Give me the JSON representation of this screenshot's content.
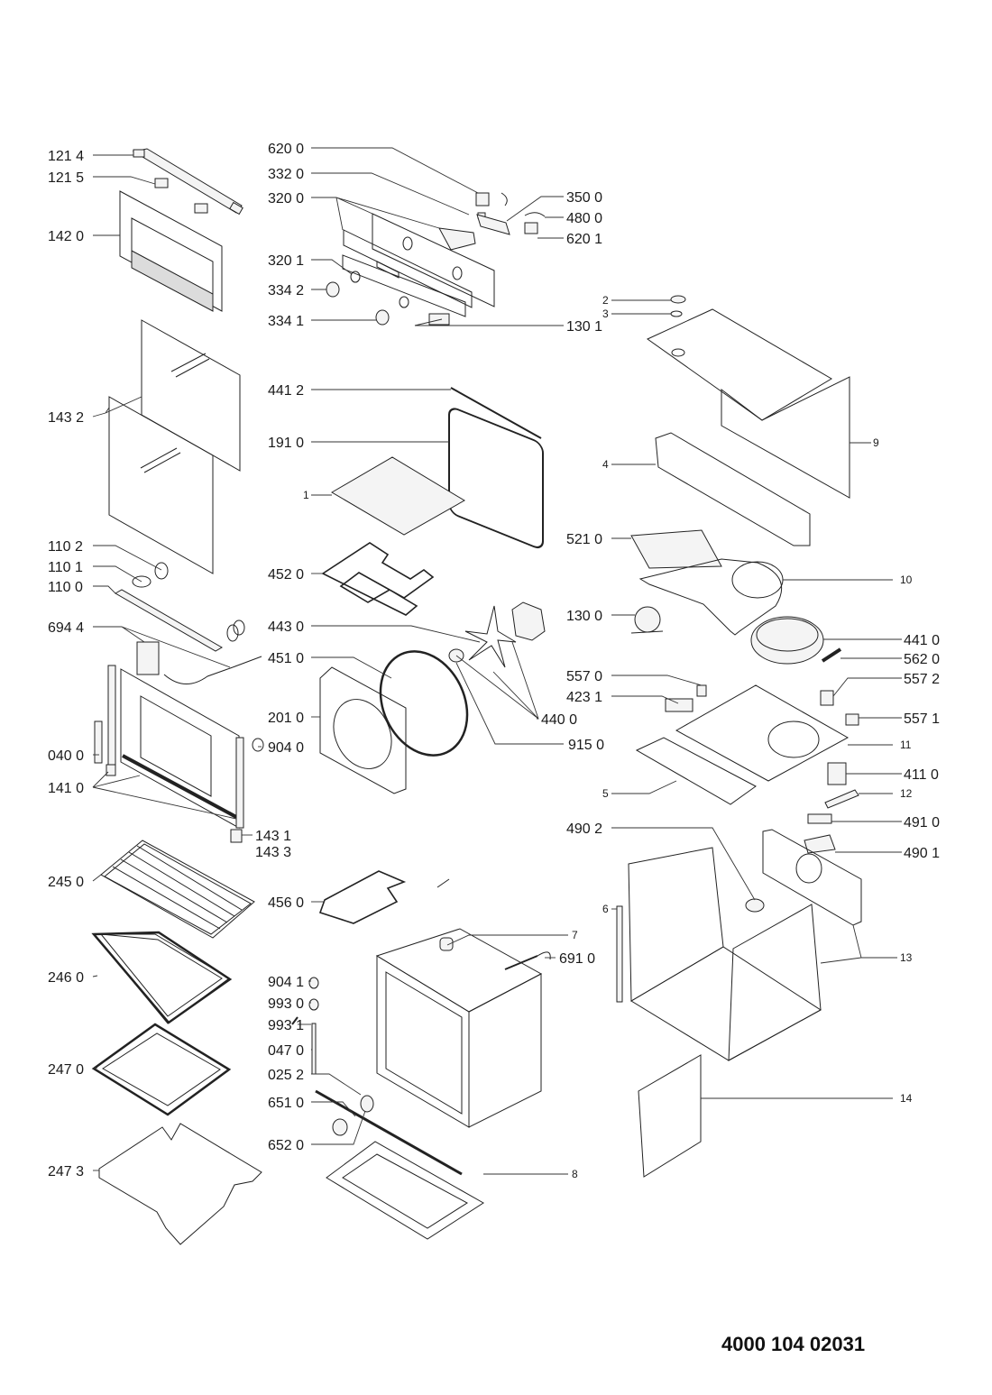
{
  "document": {
    "type": "exploded parts diagram",
    "subject": "built-in oven",
    "document_number": "4000 104 02031"
  },
  "labels": {
    "l1214": "121 4",
    "l1215": "121 5",
    "l1420": "142 0",
    "l1432": "143 2",
    "l1102": "110 2",
    "l1101": "110 1",
    "l1100": "110 0",
    "l6944": "694 4",
    "l0400": "040 0",
    "l1410": "141 0",
    "l1431": "143 1",
    "l1433": "143 3",
    "l2450": "245 0",
    "l2460": "246 0",
    "l2470": "247 0",
    "l2473": "247 3",
    "l6200": "620 0",
    "l3320": "332 0",
    "l3200": "320 0",
    "l3201": "320 1",
    "l3342": "334 2",
    "l3341": "334 1",
    "l3500": "350 0",
    "l4800": "480 0",
    "l6201": "620 1",
    "l1301": "130 1",
    "l4412": "441 2",
    "l1910": "191 0",
    "l1": "1",
    "l4520": "452 0",
    "l4430": "443 0",
    "l4510": "451 0",
    "l2010": "201 0",
    "l9040": "904 0",
    "l4400": "440 0",
    "l9150": "915 0",
    "l4560": "456 0",
    "l9041": "904 1",
    "l9930": "993 0",
    "l9931": "993 1",
    "l0470": "047 0",
    "l0252": "025 2",
    "l6510": "651 0",
    "l6520": "652 0",
    "l7": "7",
    "l6910": "691 0",
    "l8": "8",
    "l2": "2",
    "l3": "3",
    "l9": "9",
    "l4": "4",
    "l5210": "521 0",
    "l10": "10",
    "l1300": "130 0",
    "l4410": "441 0",
    "l5620": "562 0",
    "l5570": "557 0",
    "l5572": "557 2",
    "l4231": "423 1",
    "l5571": "557 1",
    "l11": "11",
    "l4110": "411 0",
    "l5": "5",
    "l12": "12",
    "l4910": "491 0",
    "l4902": "490 2",
    "l4901": "490 1",
    "l6": "6",
    "l13": "13",
    "l14": "14"
  }
}
